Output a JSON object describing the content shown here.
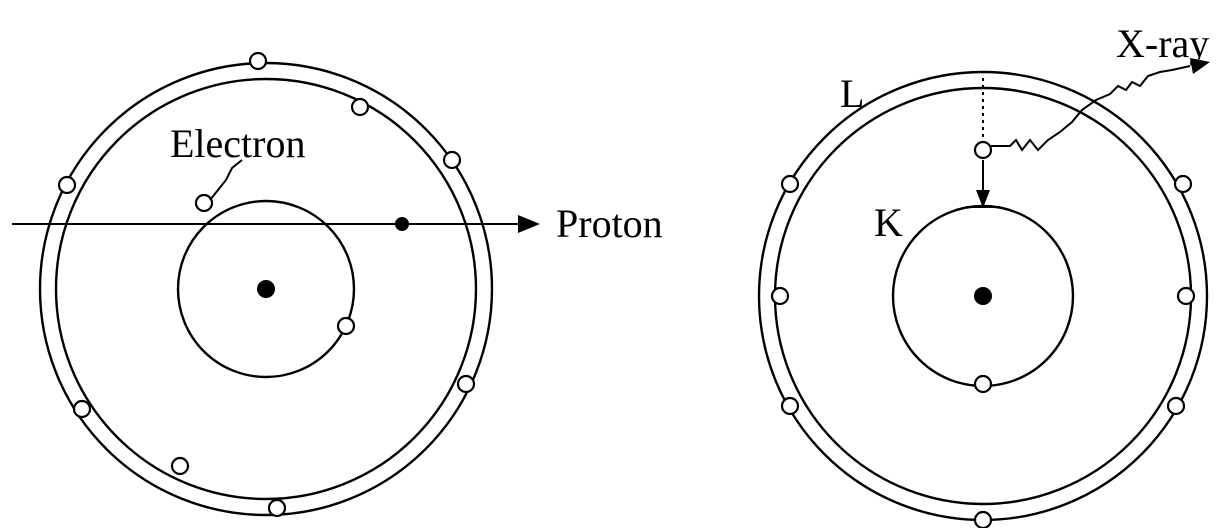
{
  "labels": {
    "electron": "Electron",
    "proton": "Proton",
    "xray": "X-ray",
    "shell_l": "L",
    "shell_k": "K"
  },
  "colors": {
    "ink": "#000000",
    "background": "#ffffff"
  }
}
